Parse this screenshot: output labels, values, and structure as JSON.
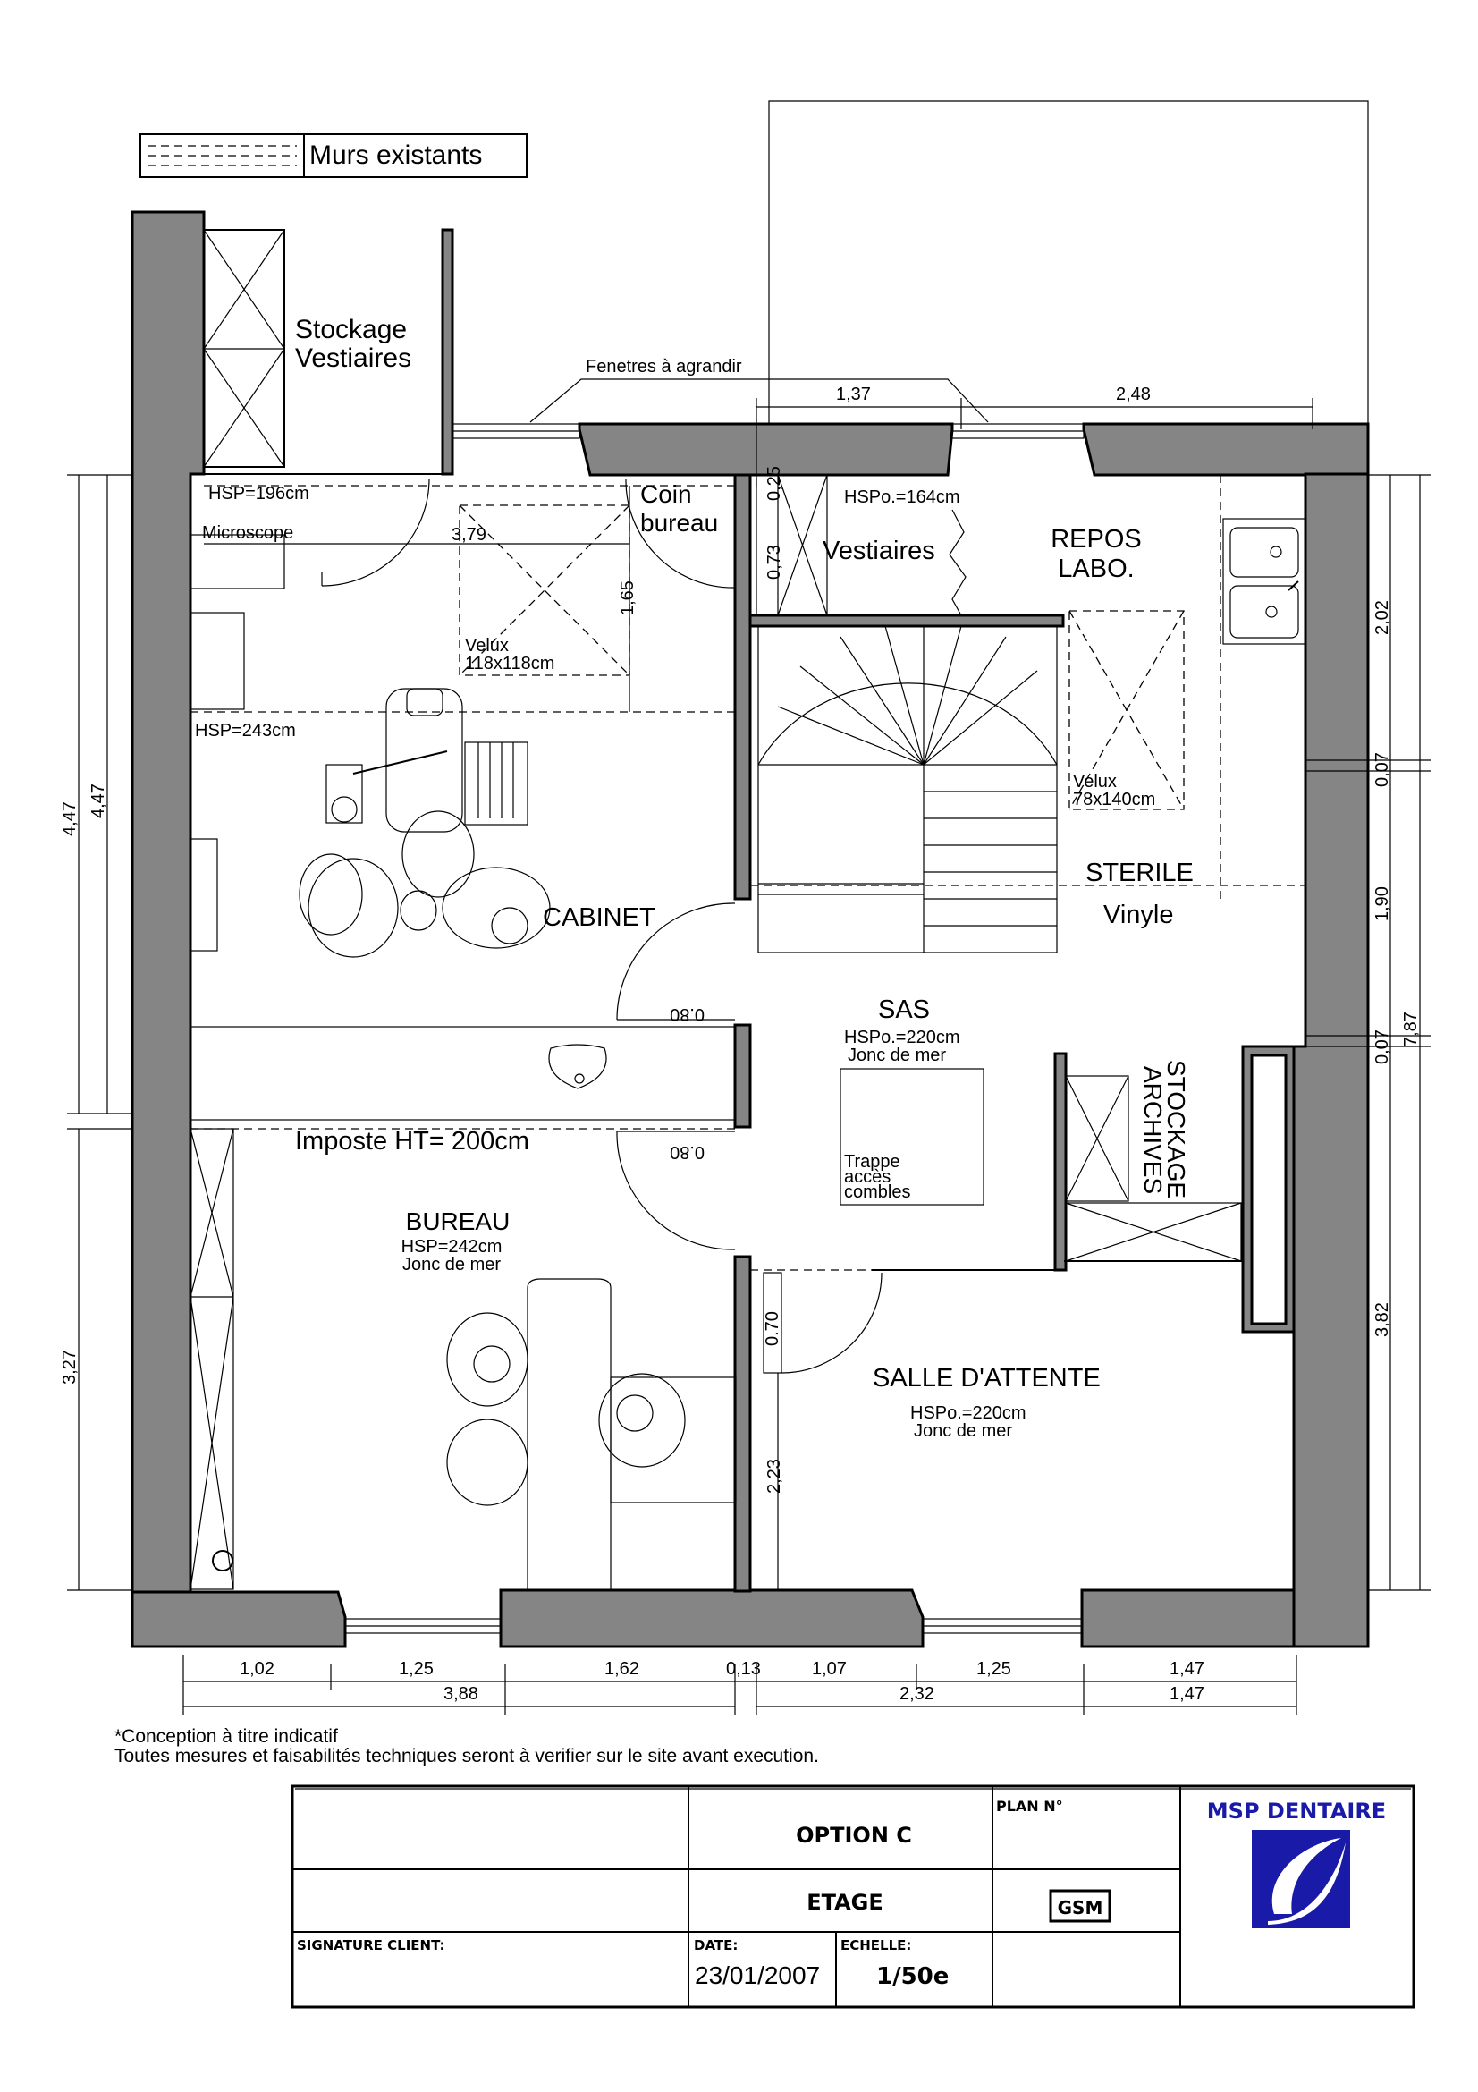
{
  "legend": {
    "label": "Murs existants"
  },
  "rooms": {
    "stockage_vestiaires": [
      "Stockage",
      "Vestiaires"
    ],
    "fenetres": "Fenetres à agrandir",
    "hsp_196": "HSP=196cm",
    "microscope": "Microscope",
    "velux1": [
      "Velux",
      "118x118cm"
    ],
    "coin_bureau": [
      "Coin",
      "bureau"
    ],
    "hspo_164": "HSPo.=164cm",
    "vestiaires": "Vestiaires",
    "repos_labo": [
      "REPOS",
      "LABO."
    ],
    "velux2": [
      "Velux",
      "78x140cm"
    ],
    "hsp_243": "HSP=243cm",
    "sterile": "STERILE",
    "vinyle": "Vinyle",
    "cabinet": "CABINET",
    "sas": "SAS",
    "sas_hsp": "HSPo.=220cm",
    "sas_sol": "Jonc de mer",
    "trappe": [
      "Trappe",
      "accès",
      "combles"
    ],
    "stockage_archives": [
      "STOCKAGE",
      "ARCHIVES"
    ],
    "imposte": "Imposte HT= 200cm",
    "bureau": "BUREAU",
    "bureau_hsp": "HSP=242cm",
    "bureau_sol": "Jonc de mer",
    "salle_attente": "SALLE D'ATTENTE",
    "salle_hsp": "HSPo.=220cm",
    "salle_sol": "Jonc de mer"
  },
  "door_labels": {
    "d1": "0.80",
    "d2": "0.80",
    "d3": "0.70"
  },
  "dimensions": {
    "top_137": "1,37",
    "top_248": "2,48",
    "v_379": "3,79",
    "v_165": "1,65",
    "v_025": "0,25",
    "v_073": "0,73",
    "left_447a": "4,47",
    "left_447b": "4,47",
    "left_327": "3,27",
    "right_202": "2,02",
    "right_007a": "0,07",
    "right_190": "1,90",
    "right_007b": "0,07",
    "right_787": "7,87",
    "right_382": "3,82",
    "v_223": "2,23",
    "b1_102": "1,02",
    "b1_125": "1,25",
    "b1_162": "1,62",
    "b1_013": "0,13",
    "b1_107": "1,07",
    "b1_125b": "1,25",
    "b1_147": "1,47",
    "b2_388": "3,88",
    "b2_232": "2,32",
    "b2_147": "1,47"
  },
  "notes": [
    "*Conception à titre indicatif",
    "Toutes mesures et faisabilités techniques seront à verifier sur le site avant execution."
  ],
  "title_block": {
    "option": "OPTION C",
    "etage": "ETAGE",
    "plan_label": "PLAN N°",
    "signature": "SIGNATURE CLIENT:",
    "date_label": "DATE:",
    "date": "23/01/2007",
    "echelle_label": "ECHELLE:",
    "echelle": "1/50e",
    "logo_text": "GSM",
    "company": "MSP DENTAIRE",
    "company_color": "#1a1aa8"
  }
}
